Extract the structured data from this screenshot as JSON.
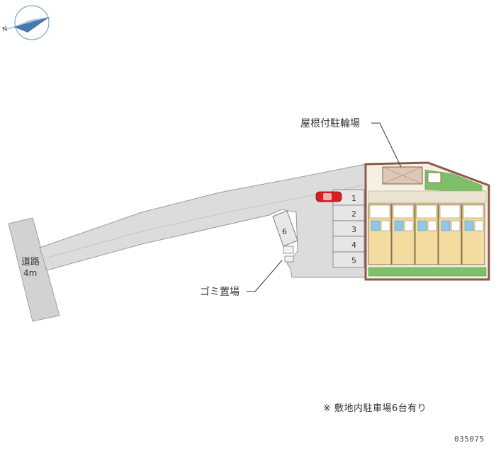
{
  "compass": {
    "north_label": "N"
  },
  "road": {
    "label": "道路",
    "width": "4m"
  },
  "callouts": {
    "bike_parking": "屋根付駐輪場",
    "garbage": "ゴミ置場"
  },
  "parking_slots": [
    "1",
    "2",
    "3",
    "4",
    "5",
    "6"
  ],
  "note": "※ 敷地内駐車場6台有り",
  "property_code": "035075",
  "colors": {
    "ground": "#dcdcdc",
    "road": "#d2d2d2",
    "roof_border": "#8c5a48",
    "lawn": "#7fbf6a",
    "unit_floor": "#f2dca0",
    "bath": "#8fc7e8",
    "car": "#d62020"
  },
  "icons": {
    "compass": "compass-icon",
    "car": "car-icon"
  }
}
